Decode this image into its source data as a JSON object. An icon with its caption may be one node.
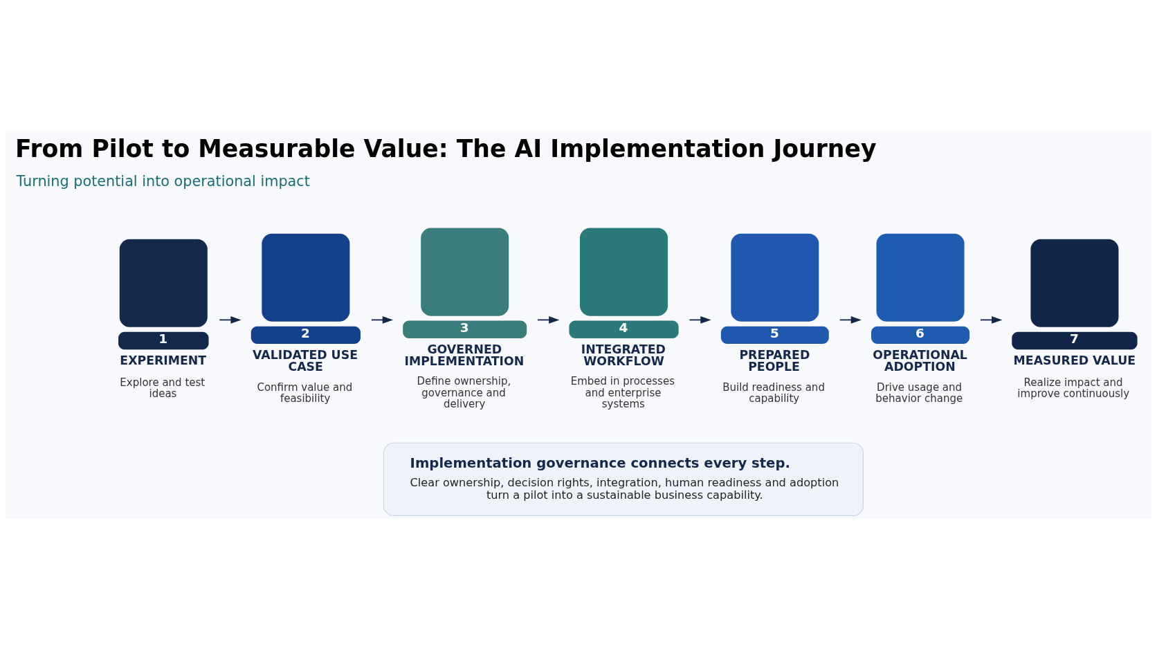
{
  "diagram": {
    "title": "From Pilot to Measurable Value: The AI Implementation Journey",
    "nodes": [
      {
        "text": [
          "EXPERIMENT",
          "Explore and test ideas"
        ],
        "beside": [
          "1"
        ]
      },
      {
        "text": [
          "VALIDATED USE CASE",
          "Confirm value and feasibility"
        ],
        "beside": [
          "2"
        ]
      },
      {
        "text": [
          "GOVERNED IMPLEMENTATION",
          "Define ownership, governance and delivery"
        ],
        "beside": [
          "3"
        ]
      },
      {
        "text": [
          "INTEGRATED WORKFLOW",
          "Embed in processes and enterprise systems"
        ],
        "beside": [
          "4"
        ]
      },
      {
        "text": [
          "PREPARED PEOPLE",
          "Build readiness and capability"
        ],
        "beside": [
          "5"
        ]
      },
      {
        "text": [
          "OPERATIONAL ADOPTION",
          "Drive usage and behavior change"
        ],
        "beside": [
          "6"
        ]
      },
      {
        "text": [
          "MEASURED VALUE",
          "Realize impact and improve continuously"
        ],
        "beside": [
          "7"
        ]
      },
      {
        "text": [
          "Implementation governance connects every step.",
          "Clear ownership, decision rights, integration, human readiness and adoption turn a pilot into a sustainable business capability."
        ]
      }
    ],
    "edges": [
      {
        "from": 0,
        "to": 1,
        "arrow": "to"
      },
      {
        "from": 1,
        "to": 2,
        "arrow": "to"
      },
      {
        "from": 2,
        "to": 3,
        "arrow": "to"
      },
      {
        "from": 3,
        "to": 4,
        "arrow": "to"
      },
      {
        "from": 4,
        "to": 5,
        "arrow": "to"
      },
      {
        "from": 5,
        "to": 6,
        "arrow": "to"
      }
    ],
    "labels": [
      "Turning potential into operational impact"
    ]
  }
}
